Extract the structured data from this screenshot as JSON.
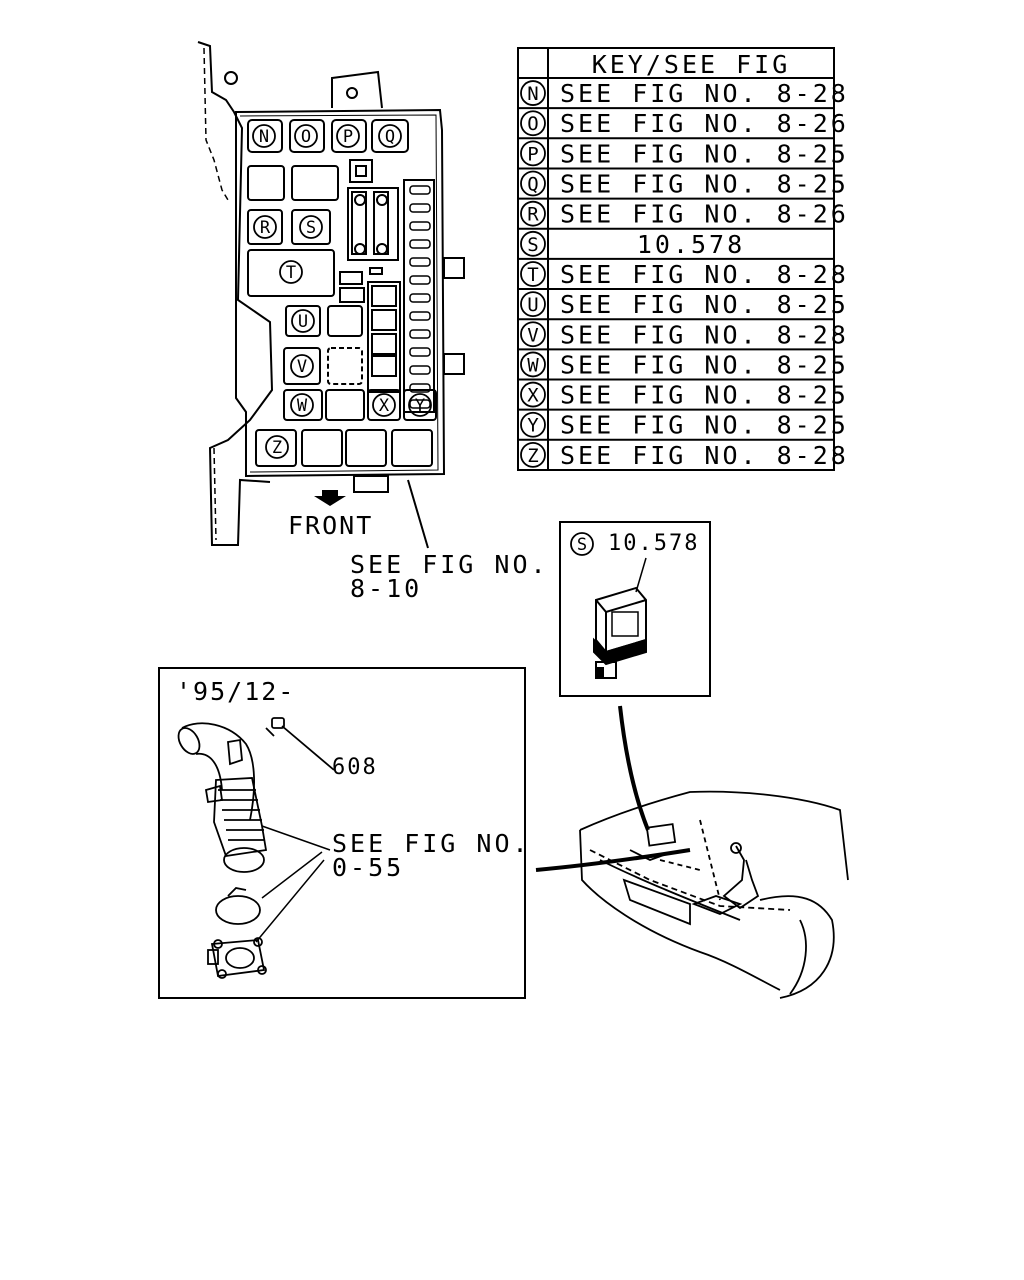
{
  "key_table": {
    "header": "KEY/SEE FIG",
    "rows": [
      {
        "key": "N",
        "ref": "SEE FIG NO. 8-28"
      },
      {
        "key": "O",
        "ref": "SEE FIG NO. 8-26"
      },
      {
        "key": "P",
        "ref": "SEE FIG NO. 8-25"
      },
      {
        "key": "Q",
        "ref": "SEE FIG NO. 8-25"
      },
      {
        "key": "R",
        "ref": "SEE FIG NO. 8-26"
      },
      {
        "key": "S",
        "ref": "10.578"
      },
      {
        "key": "T",
        "ref": "SEE FIG NO. 8-28"
      },
      {
        "key": "U",
        "ref": "SEE FIG NO. 8-25"
      },
      {
        "key": "V",
        "ref": "SEE FIG NO. 8-28"
      },
      {
        "key": "W",
        "ref": "SEE FIG NO. 8-25"
      },
      {
        "key": "X",
        "ref": "SEE FIG NO. 8-25"
      },
      {
        "key": "Y",
        "ref": "SEE FIG NO. 8-25"
      },
      {
        "key": "Z",
        "ref": "SEE FIG NO. 8-28"
      }
    ]
  },
  "fuse_box": {
    "front_label": "FRONT",
    "see_fig_line1": "SEE FIG NO.",
    "see_fig_line2": "8-10",
    "slot_keys": {
      "n": "N",
      "o": "O",
      "p": "P",
      "q": "Q",
      "r": "R",
      "s": "S",
      "t": "T",
      "u": "U",
      "v": "V",
      "w": "W",
      "x": "X",
      "y": "Y",
      "z": "Z"
    }
  },
  "relay_detail": {
    "key": "S",
    "part_number": "10.578"
  },
  "intake_detail": {
    "date_range": "'95/12-",
    "part_608": "608",
    "see_fig_line1": "SEE FIG NO.",
    "see_fig_line2": "0-55"
  },
  "icons": [
    "front-arrow-icon",
    "relay-icon",
    "vehicle-engine-bay-icon",
    "air-intake-duct-icon",
    "throttle-body-icon",
    "hose-clamp-icon",
    "bolt-icon"
  ]
}
